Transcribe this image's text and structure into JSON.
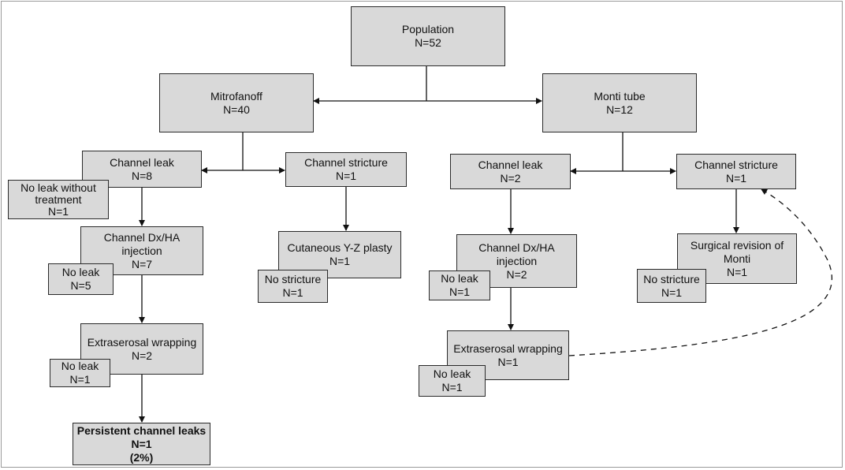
{
  "colors": {
    "node_fill": "#d9d9d9",
    "node_border": "#2a2a2a",
    "line": "#111111",
    "frame": "#9a9a9a"
  },
  "nodes": {
    "population": {
      "label": "Population",
      "n": "N=52"
    },
    "mitrofanoff": {
      "label": "Mitrofanoff",
      "n": "N=40"
    },
    "monti_tube": {
      "label": "Monti tube",
      "n": "N=12"
    },
    "m_channel_leak": {
      "label": "Channel leak",
      "n": "N=8"
    },
    "m_no_leak_without_treatment": {
      "label": "No leak without treatment",
      "n": "N=1"
    },
    "m_channel_stricture": {
      "label": "Channel stricture",
      "n": "N=1"
    },
    "m_dx_ha_injection": {
      "label": "Channel Dx/HA injection",
      "n": "N=7"
    },
    "m_dx_no_leak": {
      "label": "No leak",
      "n": "N=5"
    },
    "m_yz_plasty": {
      "label": "Cutaneous Y-Z plasty",
      "n": "N=1"
    },
    "m_no_stricture": {
      "label": "No stricture",
      "n": "N=1"
    },
    "m_extraserosal_wrapping": {
      "label": "Extraserosal wrapping",
      "n": "N=2"
    },
    "m_wrap_no_leak": {
      "label": "No leak",
      "n": "N=1"
    },
    "m_persistent_leaks": {
      "label": "Persistent channel leaks",
      "n": "N=1",
      "pct": "(2%)"
    },
    "t_channel_leak": {
      "label": "Channel leak",
      "n": "N=2"
    },
    "t_channel_stricture": {
      "label": "Channel stricture",
      "n": "N=1"
    },
    "t_dx_ha_injection": {
      "label": "Channel Dx/HA injection",
      "n": "N=2"
    },
    "t_dx_no_leak": {
      "label": "No leak",
      "n": "N=1"
    },
    "t_surgical_revision": {
      "label": "Surgical revision of Monti",
      "n": "N=1"
    },
    "t_no_stricture": {
      "label": "No stricture",
      "n": "N=1"
    },
    "t_extraserosal_wrapping": {
      "label": "Extraserosal wrapping",
      "n": "N=1"
    },
    "t_wrap_no_leak": {
      "label": "No leak",
      "n": "N=1"
    }
  }
}
